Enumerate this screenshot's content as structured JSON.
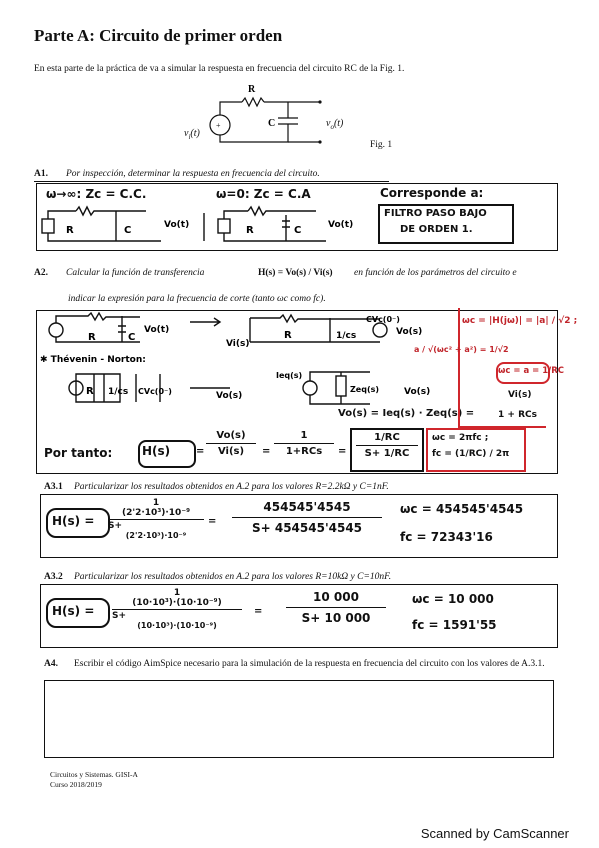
{
  "title": "Parte A: Circuito de primer orden",
  "intro": "En esta parte de la práctica de va a simular la respuesta en frecuencia del circuito RC de la Fig. 1.",
  "figure": {
    "label": "Fig. 1",
    "R": "R",
    "C": "C",
    "vi": "v",
    "vi_sub": "i",
    "vi_t": "(t)",
    "vo": "v",
    "vo_sub": "o",
    "vo_t": "(t)"
  },
  "a1": {
    "label": "A1.",
    "question": "Por inspección, determinar la respuesta en frecuencia del circuito.",
    "case1": "ω→∞: Zc = C.C.",
    "case2": "ω=0: Zc = C.A",
    "answer1": "Corresponde a:",
    "answer2": "FILTRO PASO BAJO",
    "answer3": "DE ORDEN 1.",
    "node_vo": "Vo(t)",
    "r": "R",
    "c": "C"
  },
  "a2": {
    "label": "A2.",
    "question_a": "Calcular la función de transferencia",
    "question_b": "en función de los parámetros del circuito e",
    "question_c": "indicar la expresión para la frecuencia de corte (tanto ωc como fc).",
    "hs": "H(s) = Vo(s) / Vi(s)",
    "vo_t": "Vo(t)",
    "vi_s": "Vi(s)",
    "one_cs": "1/cs",
    "cvc": "CVc(0⁻)",
    "vo_s": "Vo(s)",
    "thevenin": "✱ Thévenin - Norton:",
    "ieq": "Ieq(s)",
    "zeq": "Zeq(s)",
    "vos_eq": "Vo(s) = Ieq(s) · Zeq(s) =",
    "red1": "ωc = |H(jω)| = |a| / √2 ;",
    "red2": "a / √(ωc² + a²) = 1/√2",
    "red3": "ωc = a = 1/RC",
    "red4": "Vi(s)",
    "red5": "1 + RCs",
    "por_tanto": "Por tanto:",
    "hs_box": "H(s)",
    "eq_num": "Vo(s)",
    "eq_den": "Vi(s)",
    "eq2_num": "1",
    "eq2_den": "1+RCs",
    "eq3_num": "1/RC",
    "eq3_den": "S+ 1/RC",
    "wc_box1": "ωc = 2πfc ;",
    "wc_box2": "fc = (1/RC) / 2π"
  },
  "a31": {
    "label": "A3.1",
    "question": "Particularizar los resultados obtenidos en A.2 para los valores R=2.2kΩ y C=1nF.",
    "hs": "H(s) =",
    "num": "(2'2·10³)·10⁻⁹",
    "den_s": "S+",
    "den_frac": "(2'2·10³)·10⁻⁹",
    "one": "1",
    "res_num": "454545'4545",
    "res_den": "S+ 454545'4545",
    "wc": "ωc = 454545'4545",
    "fc": "fc = 72343'16"
  },
  "a32": {
    "label": "A3.2",
    "question": "Particularizar los resultados obtenidos en A.2 para los valores R=10kΩ y C=10nF.",
    "hs": "H(s) =",
    "num": "(10·10³)·(10·10⁻⁹)",
    "den_s": "S+",
    "den_frac": "(10·10³)·(10·10⁻⁹)",
    "one": "1",
    "res_num": "10 000",
    "res_den": "S+ 10 000",
    "wc": "ωc = 10 000",
    "fc": "fc = 1591'55"
  },
  "a4": {
    "label": "A4.",
    "question": "Escribir el código AimSpice necesario para la simulación de la respuesta en frecuencia del circuito con los valores de A.3.1."
  },
  "footer": {
    "line1": "Circuitos y Sistemas. GISI-A",
    "line2": "Curso 2018/2019"
  },
  "scanner": "Scanned by CamScanner"
}
